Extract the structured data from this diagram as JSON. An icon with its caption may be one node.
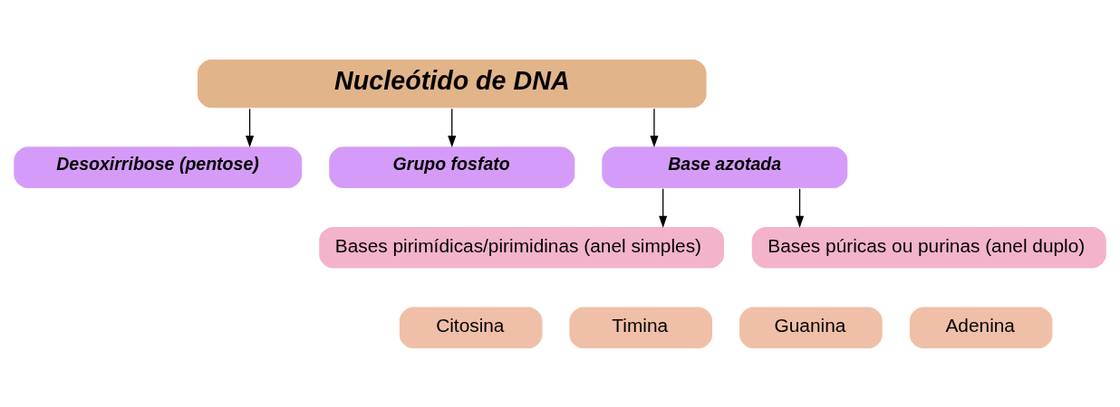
{
  "diagram": {
    "nodes": [
      {
        "text": [
          "Nucleótido de DNA"
        ]
      },
      {
        "text": [
          "Desoxirribose (pentose)"
        ]
      },
      {
        "text": [
          "Grupo fosfato"
        ]
      },
      {
        "text": [
          "Base azotada"
        ]
      },
      {
        "text": [
          "Bases pirimídicas/pirimidinas (anel simples)"
        ]
      },
      {
        "text": [
          "Bases púricas ou purinas (anel duplo)"
        ]
      },
      {
        "text": [
          "Citosina"
        ]
      },
      {
        "text": [
          "Timina"
        ]
      },
      {
        "text": [
          "Guanina"
        ]
      },
      {
        "text": [
          "Adenina"
        ]
      }
    ],
    "edges": [
      {
        "from": 0,
        "to": 1,
        "arrow": "to"
      },
      {
        "from": 0,
        "to": 2,
        "arrow": "to"
      },
      {
        "from": 0,
        "to": 3,
        "arrow": "to"
      },
      {
        "from": 3,
        "to": 4,
        "arrow": "to"
      },
      {
        "from": 3,
        "to": 5,
        "arrow": "to"
      }
    ]
  }
}
